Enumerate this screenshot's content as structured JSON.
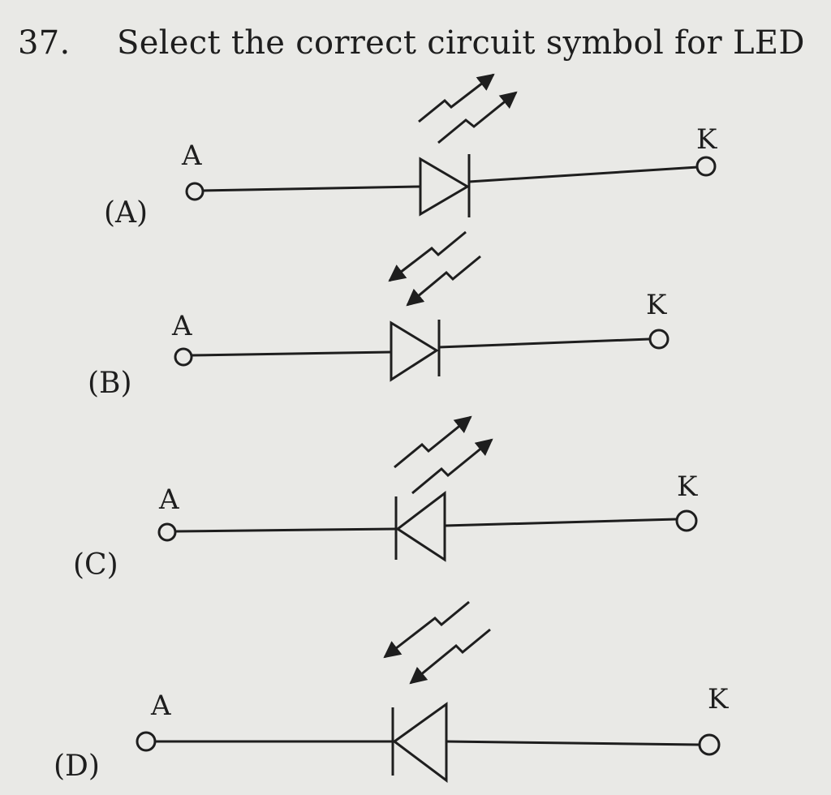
{
  "question": {
    "number": "37.",
    "text": "Select the correct circuit symbol for LED"
  },
  "options": [
    {
      "label": "(A)",
      "anode": "A",
      "cathode": "K"
    },
    {
      "label": "(B)",
      "anode": "A",
      "cathode": "K"
    },
    {
      "label": "(C)",
      "anode": "A",
      "cathode": "K"
    },
    {
      "label": "(D)",
      "anode": "A",
      "cathode": "K"
    }
  ]
}
